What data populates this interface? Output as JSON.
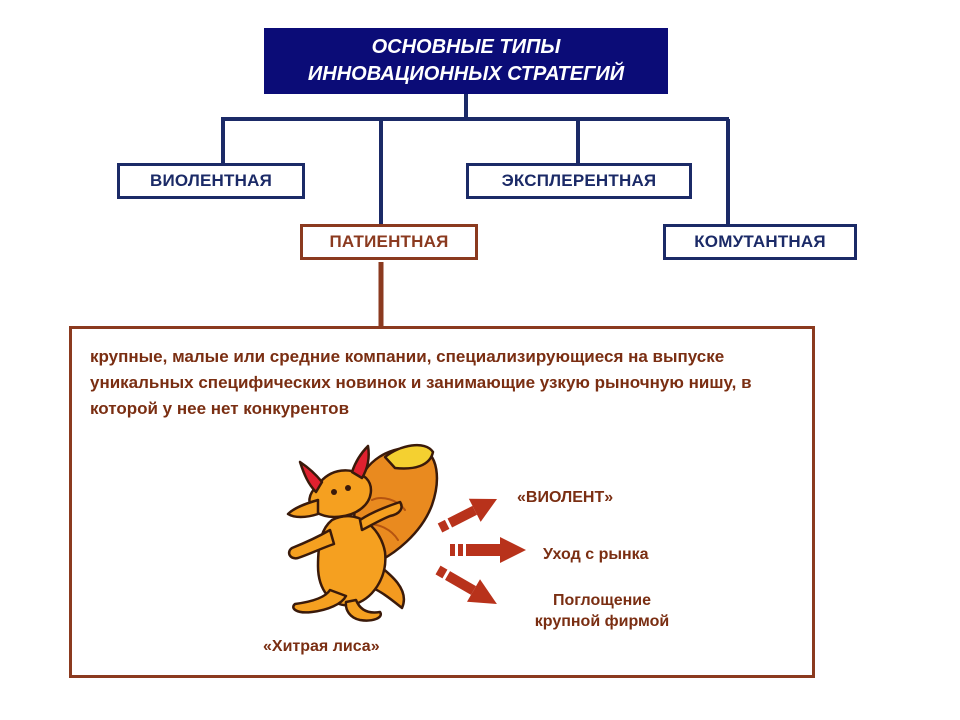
{
  "title": {
    "line1": "ОСНОВНЫЕ ТИПЫ",
    "line2": "ИННОВАЦИОННЫХ СТРАТЕГИЙ"
  },
  "strategies": {
    "violent": "ВИОЛЕНТНАЯ",
    "explerent": "ЭКСПЛЕРЕНТНАЯ",
    "patient": "ПАТИЕНТНАЯ",
    "commutant": "КОМУТАНТНАЯ"
  },
  "patient_description": "крупные, малые или средние компании, специализирующиеся на выпуске уникальных специфических новинок и занимающие узкую рыночную нишу, в которой у нее нет конкурентов",
  "fox_caption": "«Хитрая лиса»",
  "outcomes": {
    "violent": "«ВИОЛЕНТ»",
    "exit": "Уход с рынка",
    "absorb_line1": "Поглощение",
    "absorb_line2": "крупной фирмой"
  },
  "colors": {
    "navy": "#1b2a67",
    "title_bg": "#0b0c77",
    "brown": "#8b3a1f",
    "text_brown": "#7a2e12",
    "arrow": "#b8321b"
  },
  "icons": {
    "fox": "fox-carrying-sack-illustration",
    "arrows": "right-arrow-icon"
  }
}
